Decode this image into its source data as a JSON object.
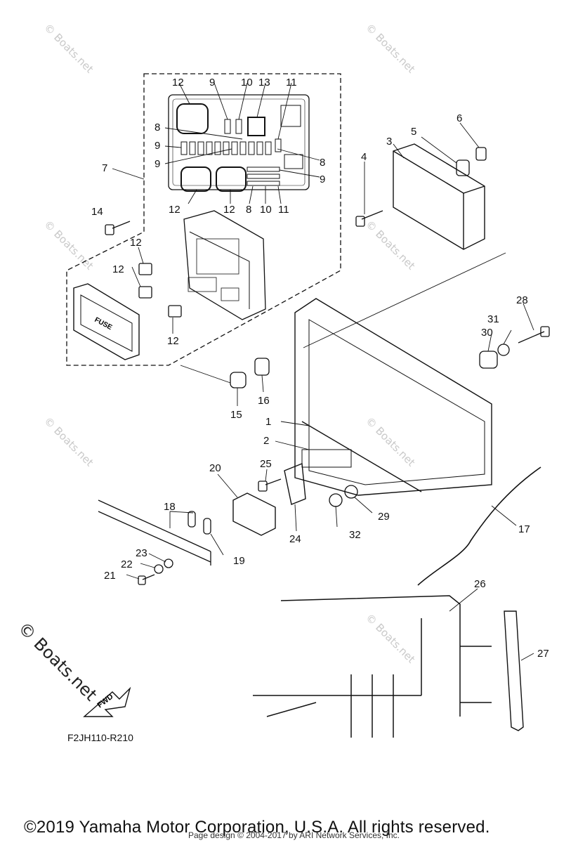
{
  "diagram": {
    "callouts": [
      "1",
      "2",
      "3",
      "4",
      "5",
      "6",
      "7",
      "8",
      "9",
      "10",
      "11",
      "12",
      "13",
      "14",
      "15",
      "16",
      "17",
      "18",
      "19",
      "20",
      "21",
      "22",
      "23",
      "24",
      "25",
      "26",
      "27",
      "28",
      "29",
      "30",
      "31",
      "32"
    ],
    "fuse_label": "FUSE",
    "fwd_label": "FWD",
    "figure_code": "F2JH110-R210",
    "watermark": "© Boats.net"
  },
  "footer": {
    "copyright": "©2019 Yamaha Motor Corporation, U.S.A. All rights reserved.",
    "page_design": "Page design © 2004-2017 by ARI Network Services, Inc."
  }
}
